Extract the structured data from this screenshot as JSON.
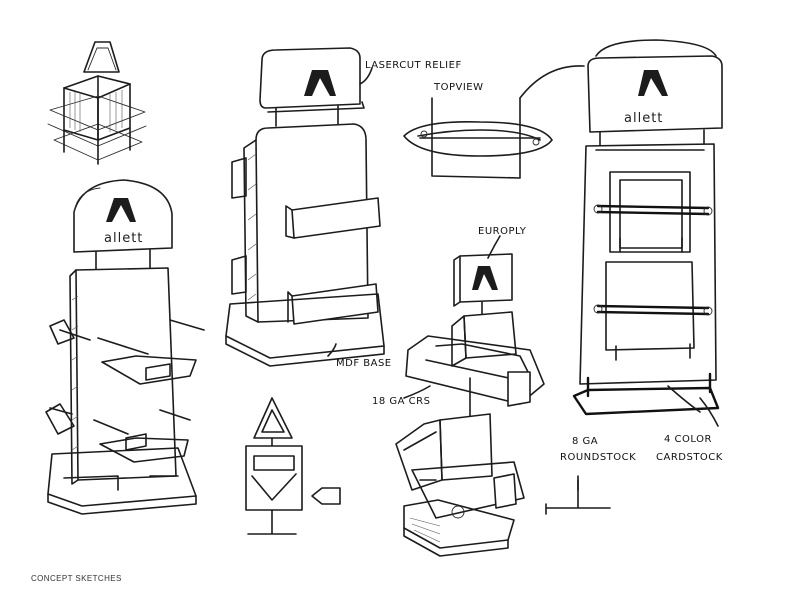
{
  "labels": {
    "laser_cut_relief": "LASERCUT RELIEF",
    "top_view": "TOPVIEW",
    "mdf_base": "MDF BASE",
    "europly": "EUROPLY",
    "ga_crs": "18 GA CRS",
    "rod_stock_1": "8 GA",
    "rod_stock_2": "ROUNDSTOCK",
    "cardstock_1": "4 COLOR",
    "cardstock_2": "CARDSTOCK"
  },
  "brand": {
    "logo_text": "allett"
  },
  "footer": {
    "caption": "CONCEPT SKETCHES"
  }
}
